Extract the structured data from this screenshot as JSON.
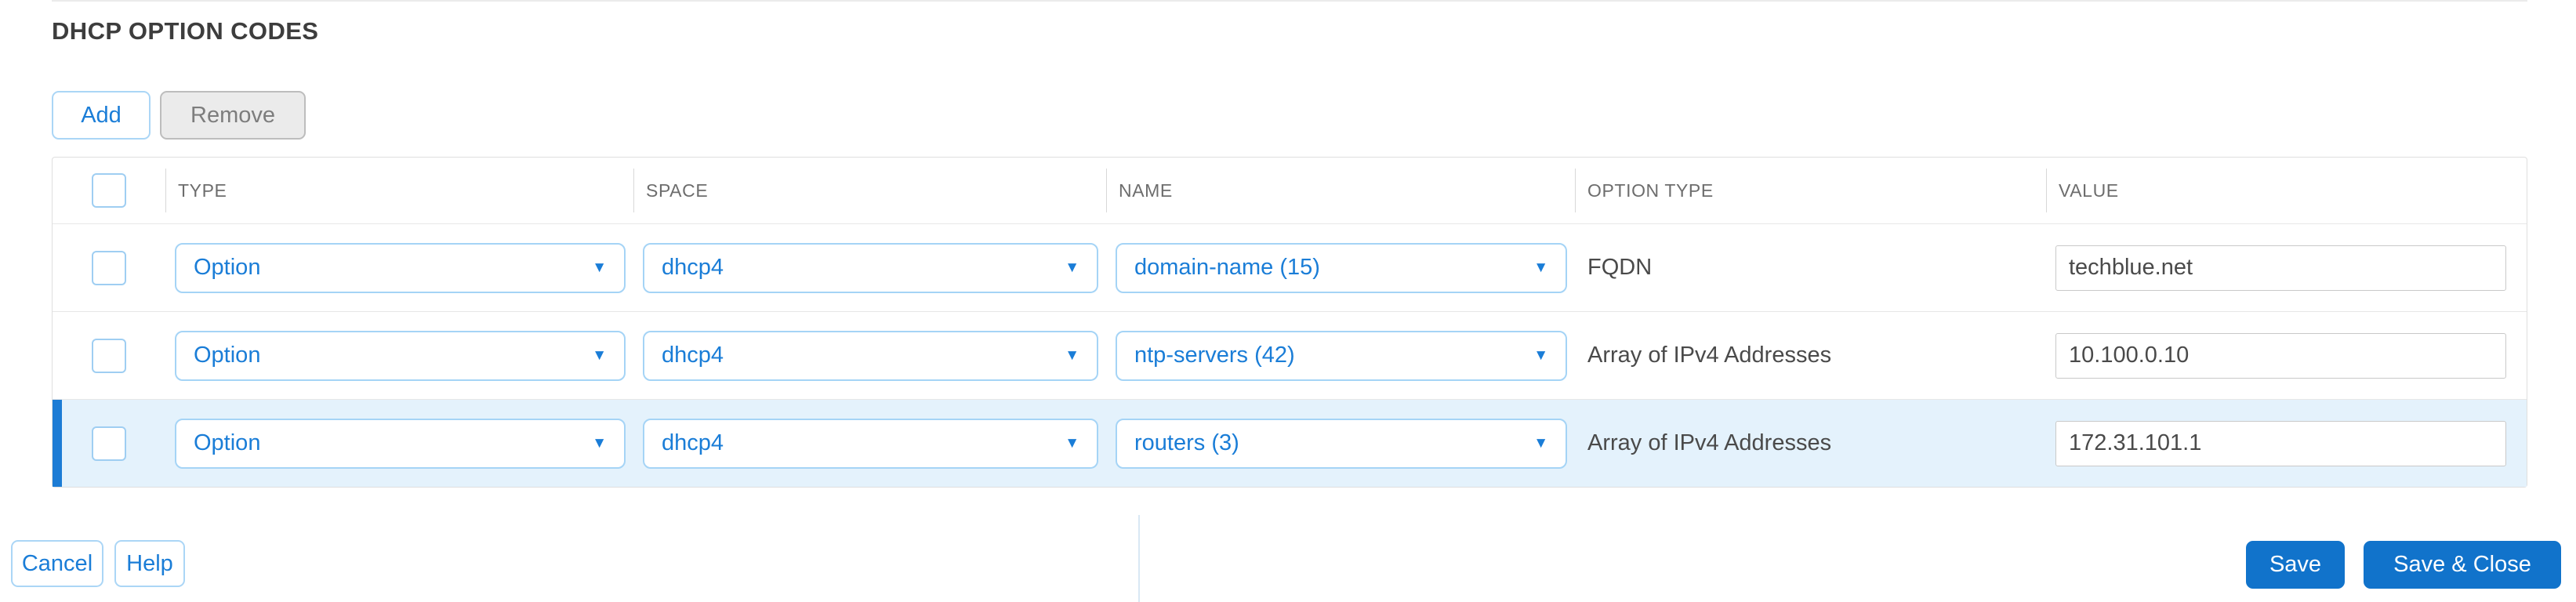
{
  "panel": {
    "title": "DHCP OPTION CODES"
  },
  "toolbar": {
    "add_label": "Add",
    "remove_label": "Remove"
  },
  "table": {
    "columns": [
      "TYPE",
      "SPACE",
      "NAME",
      "OPTION TYPE",
      "VALUE"
    ],
    "rows": [
      {
        "type": "Option",
        "space": "dhcp4",
        "name": "domain-name (15)",
        "option_type": "FQDN",
        "value": "techblue.net",
        "selected": false
      },
      {
        "type": "Option",
        "space": "dhcp4",
        "name": "ntp-servers (42)",
        "option_type": "Array of IPv4 Addresses",
        "value": "10.100.0.10",
        "selected": false
      },
      {
        "type": "Option",
        "space": "dhcp4",
        "name": "routers (3)",
        "option_type": "Array of IPv4 Addresses",
        "value": "172.31.101.1",
        "selected": true
      }
    ]
  },
  "footer": {
    "cancel_label": "Cancel",
    "help_label": "Help",
    "save_label": "Save",
    "save_close_label": "Save & Close"
  },
  "icons": {
    "dropdown_caret": "▼"
  },
  "colors": {
    "accent_blue": "#1a7dd7",
    "button_blue": "#1173cb",
    "light_blue_border": "#a5d4f6",
    "selected_row_bg": "#e4f2fc",
    "selected_row_bar": "#1c7cd5",
    "header_text": "#6d6d6d",
    "body_text": "#4a4a4a"
  }
}
